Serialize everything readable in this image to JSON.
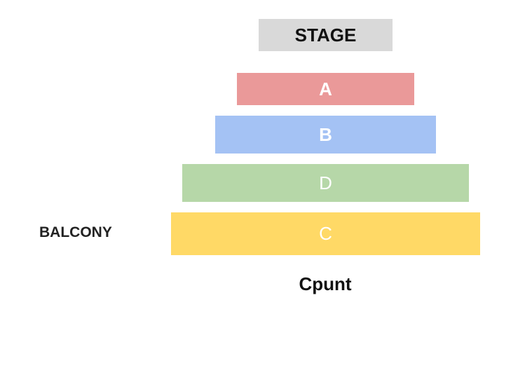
{
  "stage": {
    "label": "STAGE",
    "color": "#d9d9d9"
  },
  "sections": {
    "a": {
      "label": "A",
      "color": "#ea9999"
    },
    "b": {
      "label": "B",
      "color": "#a4c2f4"
    },
    "d": {
      "label": "D",
      "color": "#b6d7a8"
    },
    "c": {
      "label": "C",
      "color": "#ffd966"
    }
  },
  "side_label": "BALCONY",
  "bottom_label": "Cpunt"
}
